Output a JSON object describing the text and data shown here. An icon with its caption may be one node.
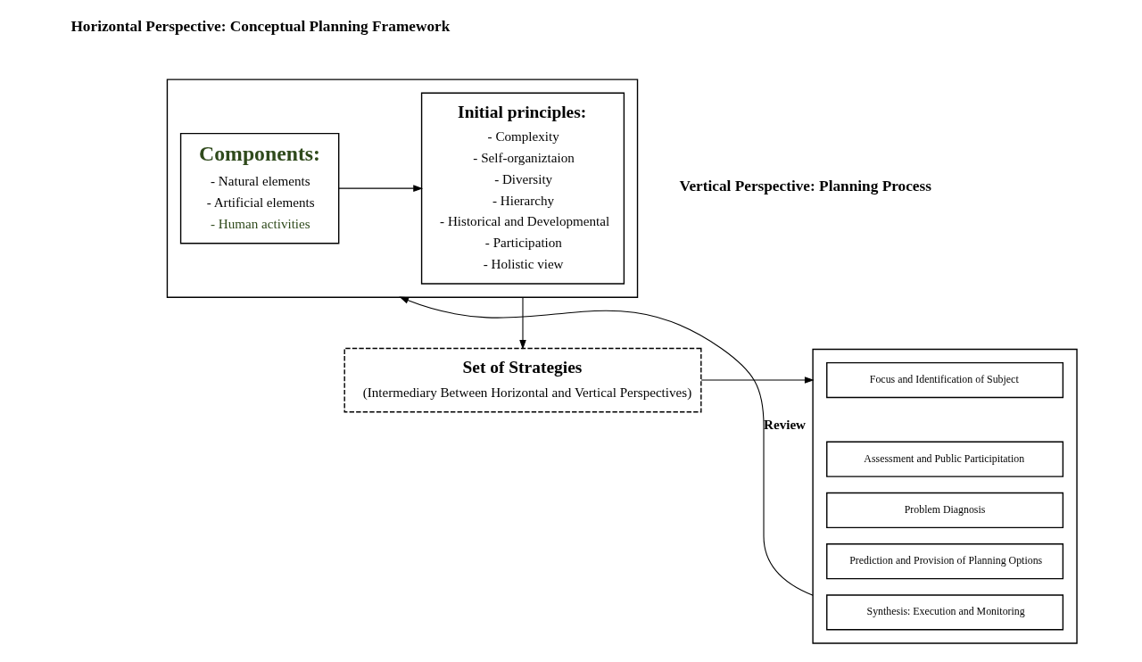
{
  "diagram": {
    "nodes": [
      {
        "text": [],
        "shape": "box"
      },
      {
        "text": [
          "Components:",
          "- Natural elements",
          "- Artificial elements",
          "- Human activities"
        ],
        "in": 0
      },
      {
        "text": [
          "Initial principles:",
          "- Complexity",
          "- Self-organiztaion",
          "- Diversity",
          "- Hierarchy",
          "- Historical and Developmental",
          "- Participation",
          "- Holistic view"
        ],
        "in": 0
      },
      {
        "text": [
          "Set of Strategies",
          "(Intermediary Between Horizontal and Vertical Perspectives)"
        ]
      },
      {
        "text": [],
        "shape": "box"
      },
      {
        "text": [
          "Focus and Identification of Subject"
        ],
        "in": 4
      },
      {
        "text": [
          "Assessment and Public Participitation"
        ],
        "in": 4
      },
      {
        "text": [
          "Problem Diagnosis"
        ],
        "in": 4
      },
      {
        "text": [
          "Prediction and Provision of Planning Options"
        ],
        "in": 4
      },
      {
        "text": [
          "Synthesis: Execution and Monitoring"
        ],
        "in": 4
      }
    ],
    "edges": [
      {
        "from": 1,
        "to": 2,
        "arrow": "to"
      },
      {
        "from": 0,
        "to": 3,
        "arrow": "to"
      },
      {
        "from": 3,
        "to": 4,
        "arrow": "to"
      },
      {
        "from": 4,
        "to": 0,
        "arrow": "to",
        "label": "Review"
      }
    ],
    "labels": [
      "Horizontal Perspective: Conceptual Planning Framework",
      "Vertical Perspective: Planning Process"
    ]
  }
}
